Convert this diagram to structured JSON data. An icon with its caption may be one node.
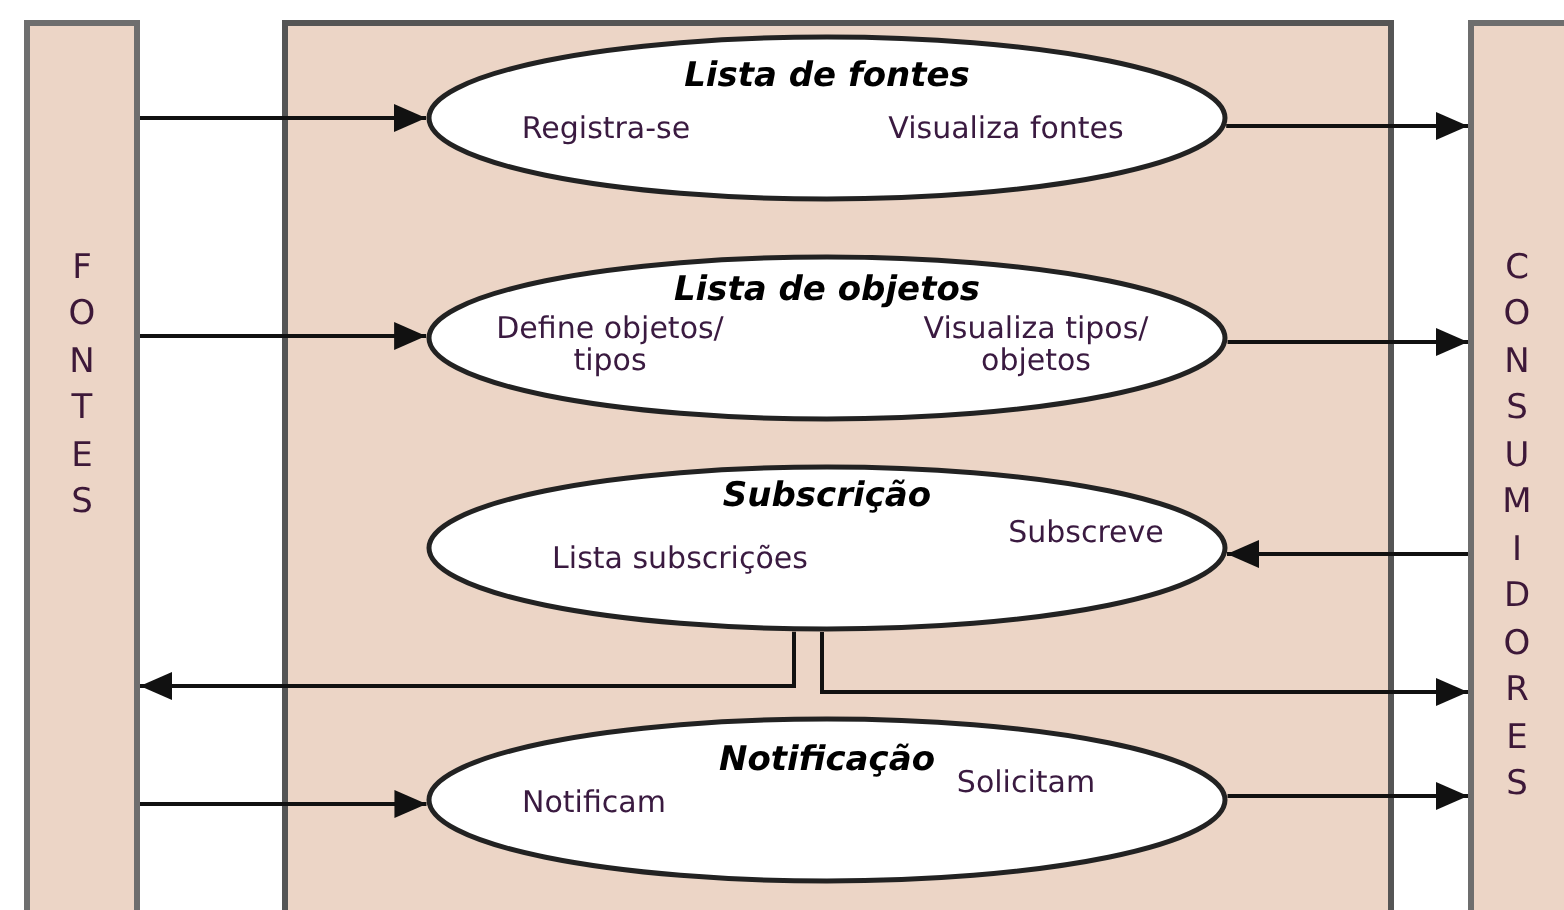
{
  "diagram": {
    "nodes": [
      {
        "text": [
          "FONTES"
        ]
      },
      {
        "text": [],
        "shape": "box"
      },
      {
        "text": [
          "Lista de fontes",
          "Registra-se",
          "Visualiza fontes"
        ],
        "in": 1
      },
      {
        "text": [
          "Lista de objetos",
          "Define objetos/ tipos",
          "Visualiza tipos/ objetos"
        ],
        "in": 1
      },
      {
        "text": [
          "Subscrição",
          "Lista subscrições",
          "Subscreve"
        ],
        "in": 1
      },
      {
        "text": [
          "Notificação",
          "Notificam",
          "Solicitam"
        ],
        "in": 1
      },
      {
        "text": [
          "CONSUMIDORES"
        ]
      }
    ],
    "edges": [
      {
        "from": 0,
        "to": 2,
        "arrow": "to"
      },
      {
        "from": 2,
        "to": 6,
        "arrow": "to"
      },
      {
        "from": 0,
        "to": 3,
        "arrow": "to"
      },
      {
        "from": 3,
        "to": 6,
        "arrow": "to"
      },
      {
        "from": 6,
        "to": 4,
        "arrow": "to"
      },
      {
        "from": 4,
        "to": 0,
        "arrow": "to"
      },
      {
        "from": 4,
        "to": 6,
        "arrow": "to"
      },
      {
        "from": 0,
        "to": 5,
        "arrow": "to"
      },
      {
        "from": 5,
        "to": 6,
        "arrow": "to"
      }
    ]
  }
}
